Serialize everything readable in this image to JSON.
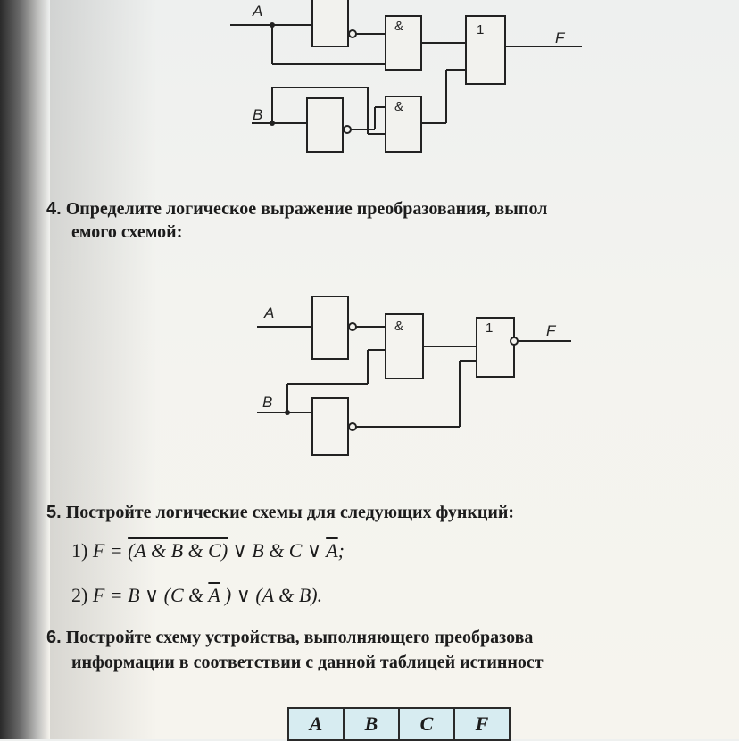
{
  "top_diagram": {
    "input_a": "A",
    "input_b": "B",
    "and1": "&",
    "and2": "&",
    "or": "1",
    "output": "F"
  },
  "task4": {
    "number": "4.",
    "line1": "Определите логическое выражение преобразования, выпол",
    "line2": "емого схемой:"
  },
  "mid_diagram": {
    "input_a": "A",
    "input_b": "B",
    "and": "&",
    "or": "1",
    "output": "F"
  },
  "task5": {
    "number": "5.",
    "text": "Постройте логические схемы для следующих функций:",
    "f1_label": "1)",
    "f1_lhs": "F =",
    "f1_overlined": "(A & B & C)",
    "f1_rest": "∨ B & C ∨",
    "f1_a_bar": "A",
    "f1_end": ";",
    "f2_label": "2)",
    "f2_lhs": "F = B ∨ (C &",
    "f2_a_bar": "A",
    "f2_end": ") ∨ (A & B)."
  },
  "task6": {
    "number": "6.",
    "line1": "Постройте схему устройства, выполняющего преобразова",
    "line2": "информации в соответствии с данной таблицей истинност"
  },
  "truth_table": {
    "headers": [
      "A",
      "B",
      "C",
      "F"
    ]
  }
}
